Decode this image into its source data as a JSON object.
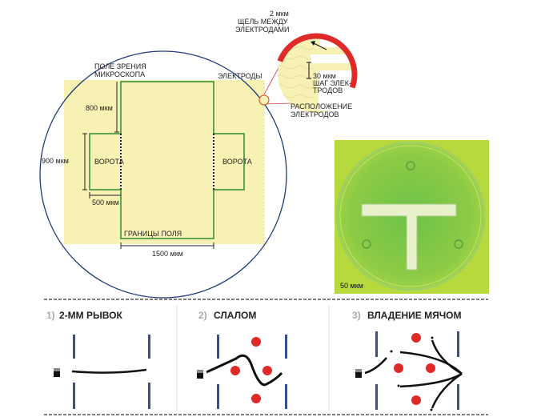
{
  "top_diagram": {
    "microscope_label": [
      "ПОЛЕ ЗРЕНИЯ",
      "МИКРОСКОПА"
    ],
    "electrodes_label": "ЭЛЕКТРОДЫ",
    "dim_800": "800 мкм",
    "dim_900": "900 мкм",
    "dim_500": "500 мкм",
    "dim_1500": "1500 мкм",
    "gate_left": "ВОРОТА",
    "gate_right": "ВОРОТА",
    "field_bounds": "ГРАНИЦЫ ПОЛЯ"
  },
  "inset": {
    "gap_value": "2 мкм",
    "gap_label": [
      "ЩЕЛЬ МЕЖДУ",
      "ЭЛЕКТРОДАМИ"
    ],
    "pitch_value": "30 мкм",
    "pitch_label": [
      "ШАГ ЭЛЕК-",
      "ТРОДОВ"
    ],
    "location_label": [
      "РАСПОЛОЖЕНИЕ",
      "ЭЛЕКТРОДОВ"
    ]
  },
  "photo": {
    "scale": "50 мкм"
  },
  "panels": [
    {
      "num": "1)",
      "title": "2-ММ РЫВОК"
    },
    {
      "num": "2)",
      "title": "СЛАЛОМ"
    },
    {
      "num": "3)",
      "title": "ВЛАДЕНИЕ МЯЧОМ"
    }
  ],
  "colors": {
    "yellow": "#f7f1b4",
    "field": "#2e8b2e",
    "circle": "#1f3a78",
    "red": "#e02a2a",
    "gate": "#3a4d8f"
  }
}
